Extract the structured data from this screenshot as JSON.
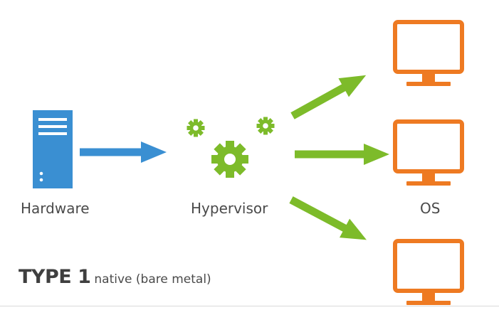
{
  "labels": {
    "hardware": "Hardware",
    "hypervisor": "Hypervisor",
    "os": "OS"
  },
  "caption": {
    "type": "TYPE 1",
    "subtitle": "native (bare metal)"
  },
  "icons": {
    "hardware": "server-icon",
    "hypervisor": "gears-icon",
    "os": "monitor-icon"
  },
  "colors": {
    "hardware": "#3a8fd2",
    "hypervisor": "#7dbb2a",
    "os": "#ee7a22",
    "text": "#4a4a4a"
  },
  "monitor_count": 3
}
